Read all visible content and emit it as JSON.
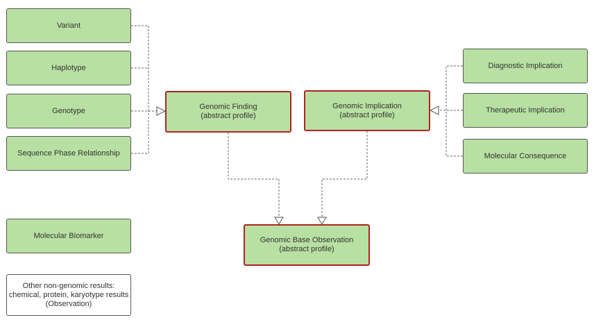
{
  "nodes": {
    "variant": {
      "lines": [
        "Variant"
      ]
    },
    "haplotype": {
      "lines": [
        "Haplotype"
      ]
    },
    "genotype": {
      "lines": [
        "Genotype"
      ]
    },
    "sequence_phase": {
      "lines": [
        "Sequence Phase Relationship"
      ]
    },
    "molecular_biomarker": {
      "lines": [
        "Molecular Biomarker"
      ]
    },
    "other_results": {
      "lines": [
        "Other non-genomic results:",
        "chemical, protein, karyotype results",
        "(Observation)"
      ]
    },
    "genomic_finding": {
      "lines": [
        "Genomic Finding",
        "(abstract profile)"
      ]
    },
    "genomic_implication": {
      "lines": [
        "Genomic Implication",
        "(abstract profile)"
      ]
    },
    "genomic_base": {
      "lines": [
        "Genomic Base Observation",
        "(abstract profile)"
      ]
    },
    "diagnostic": {
      "lines": [
        "Diagnostic Implication"
      ]
    },
    "therapeutic": {
      "lines": [
        "Therapeutic Implication"
      ]
    },
    "molecular_consequence": {
      "lines": [
        "Molecular Consequence"
      ]
    }
  },
  "colors": {
    "node_fill": "#b8e0a2",
    "abstract_border": "#b22222",
    "connector": "#666666"
  }
}
